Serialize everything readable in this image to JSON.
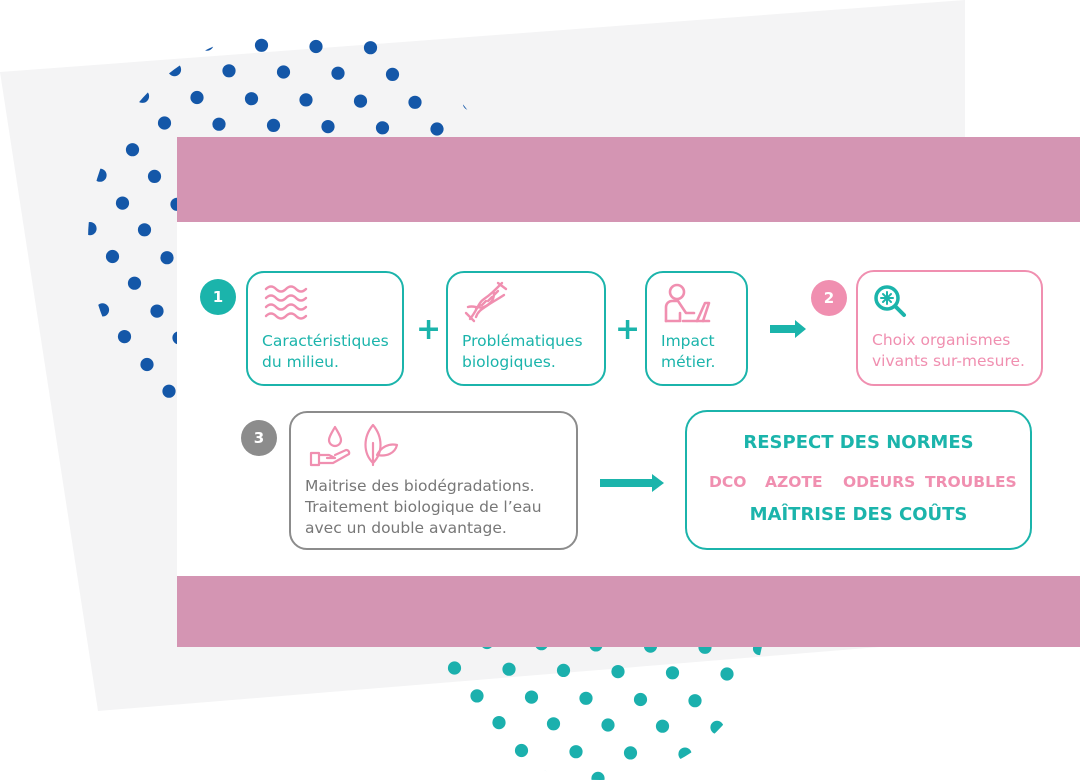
{
  "colors": {
    "teal": "#1bb4ab",
    "pink": "#f08fb0",
    "band_pink": "#d495b3",
    "gray": "#8c8c8c",
    "dot_blue": "#1457a8",
    "dot_teal": "#1bb0ad",
    "bg_gray": "#f4f4f5"
  },
  "step1": {
    "badge": "1",
    "items": [
      {
        "icon": "waves-icon",
        "label": "Caractéristiques\ndu milieu."
      },
      {
        "icon": "dna-icon",
        "label": "Problématiques\nbiologiques."
      },
      {
        "icon": "person-laptop-icon",
        "label": "Impact\nmétier."
      }
    ],
    "operator": "+"
  },
  "step2": {
    "badge": "2",
    "icon": "microscope-search-icon",
    "label": "Choix organismes\nvivants sur-mesure."
  },
  "step3": {
    "badge": "3",
    "icons": [
      "hand-drop-icon",
      "leaf-icon"
    ],
    "label": "Maitrise des biodégradations.\nTraitement biologique de l’eau\navec un double avantage."
  },
  "result": {
    "title": "RESPECT DES NORMES",
    "items": [
      "DCO",
      "AZOTE",
      "ODEURS",
      "TROUBLES"
    ],
    "footer": "MAÎTRISE DES COÛTS"
  }
}
